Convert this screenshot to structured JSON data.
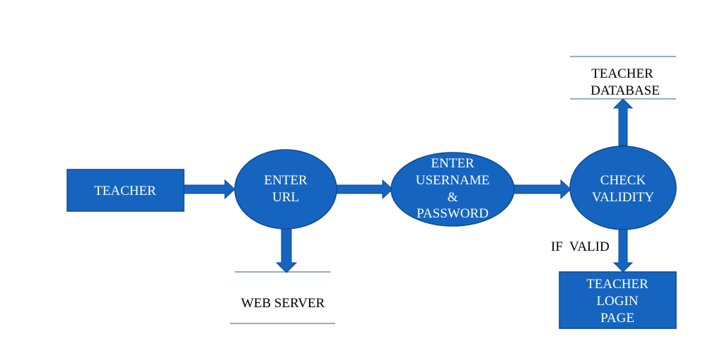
{
  "colors": {
    "node_fill": "#1565c0",
    "node_stroke": "#0d4a93",
    "arrow": "#1565c0",
    "store_line": "#2f5a8a",
    "text_on_node": "#ffffff",
    "text": "#000000"
  },
  "nodes": {
    "teacher": {
      "shape": "rectangle",
      "label": "TEACHER"
    },
    "enter_url": {
      "shape": "ellipse",
      "line1": "ENTER",
      "line2": "URL"
    },
    "enter_credentials": {
      "shape": "ellipse",
      "line1": "ENTER",
      "line2": "USERNAME",
      "line3": "&",
      "line4": "PASSWORD"
    },
    "check_validity": {
      "shape": "ellipse",
      "line1": "CHECK",
      "line2": "VALIDITY"
    },
    "teacher_login_page": {
      "shape": "rectangle",
      "line1": "TEACHER",
      "line2": "LOGIN",
      "line3": "PAGE"
    }
  },
  "stores": {
    "teacher_database": {
      "line1": "TEACHER",
      "line2": "DATABASE"
    },
    "web_server": {
      "label": "WEB SERVER"
    }
  },
  "edges": [
    {
      "from": "teacher",
      "to": "enter_url",
      "label": ""
    },
    {
      "from": "enter_url",
      "to": "enter_credentials",
      "label": ""
    },
    {
      "from": "enter_credentials",
      "to": "check_validity",
      "label": ""
    },
    {
      "from": "enter_url",
      "to": "web_server",
      "label": ""
    },
    {
      "from": "check_validity",
      "to": "teacher_database",
      "label": ""
    },
    {
      "from": "check_validity",
      "to": "teacher_login_page",
      "label": "IF  VALID"
    }
  ],
  "edge_labels": {
    "if_valid": "IF  VALID"
  }
}
